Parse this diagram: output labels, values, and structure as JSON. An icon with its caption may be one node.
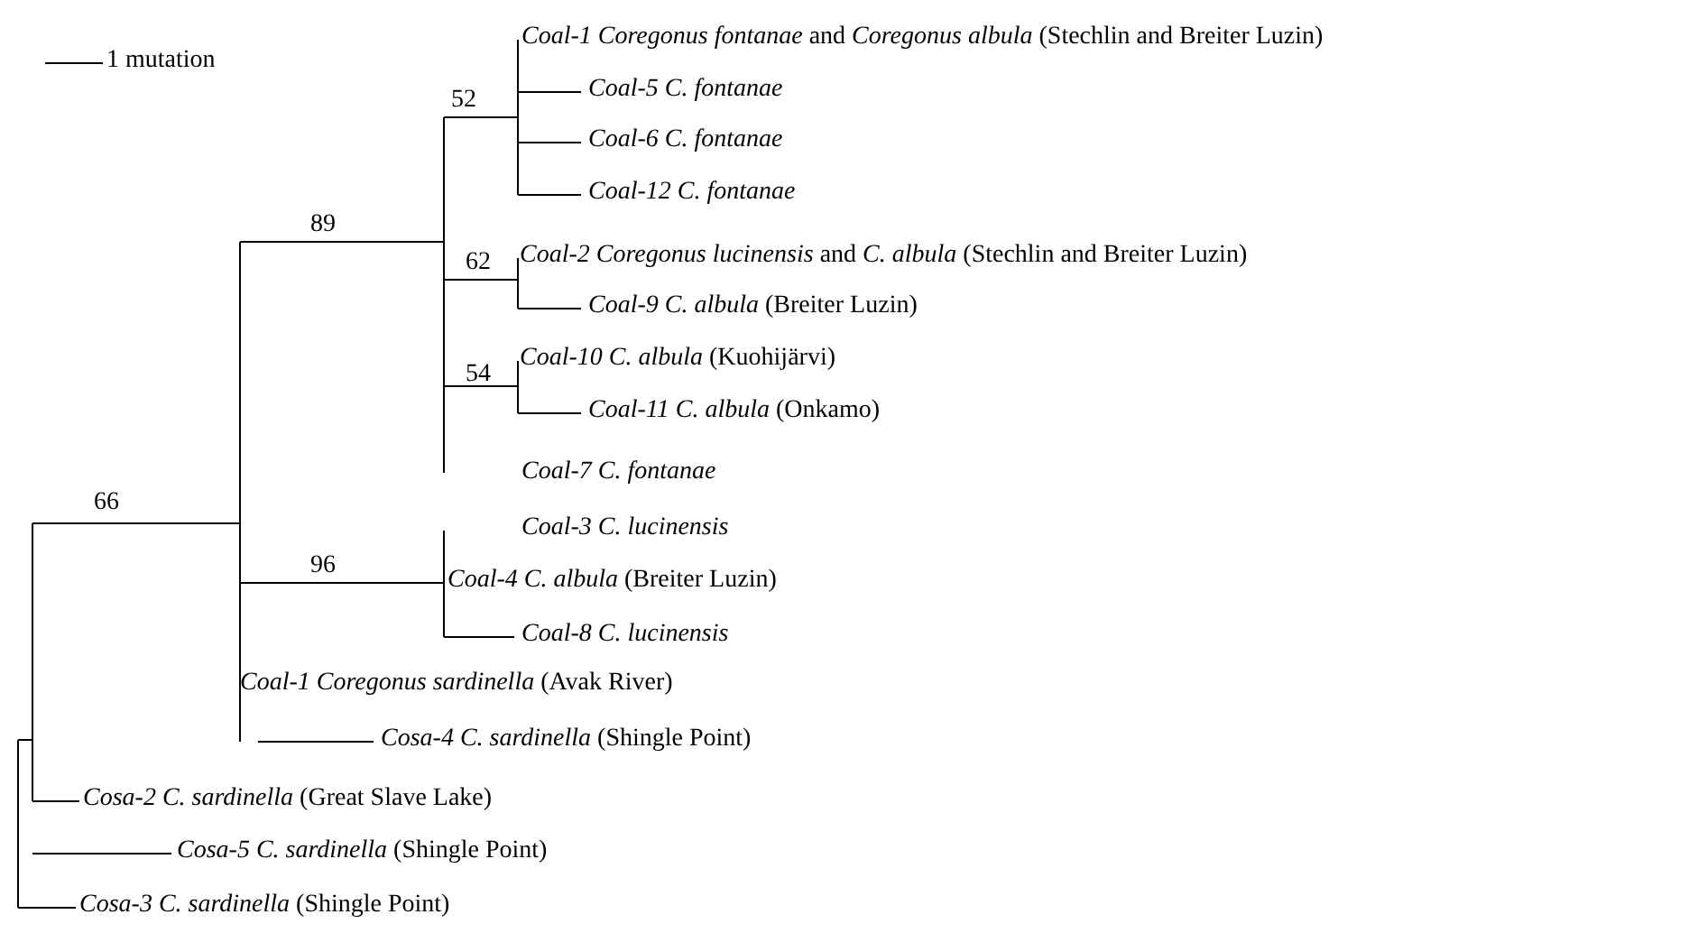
{
  "diagram": {
    "labels": [
      "1 mutation",
      "52",
      "*Coal-1 Coregonus fontanae* and *Coregonus albula* (Stechlin and Breiter Luzin)",
      "*Coal-5 C. fontanae*",
      "*Coal-6 C. fontanae*",
      "*Coal-12 C. fontanae*",
      "89",
      "62",
      "*Coal-2 Coregonus lucinensis* and *C. albula* (Stechlin and Breiter Luzin)",
      "*Coal-9 C. albula* (Breiter Luzin)",
      "54",
      "*Coal-10 C. albula* (Kuohijärvi)",
      "*Coal-11 C. albula* (Onkamo)",
      "*Coal-7 C. fontanae*",
      "66",
      "*Coal-3 C. lucinensis*",
      "96",
      "*Coal-4 C. albula* (Breiter Luzin)",
      "*Coal-8 C. lucinensis*",
      "*Coal-1 Coregonus sardinella* (Avak River)",
      "*Cosa-4 C. sardinella* (Shingle Point)",
      "*Cosa-2 C. sardinella* (Great Slave Lake)",
      "*Cosa-5 C. sardinella* (Shingle Point)",
      "*Cosa-3 C. sardinella* (Shingle Point)"
    ]
  }
}
